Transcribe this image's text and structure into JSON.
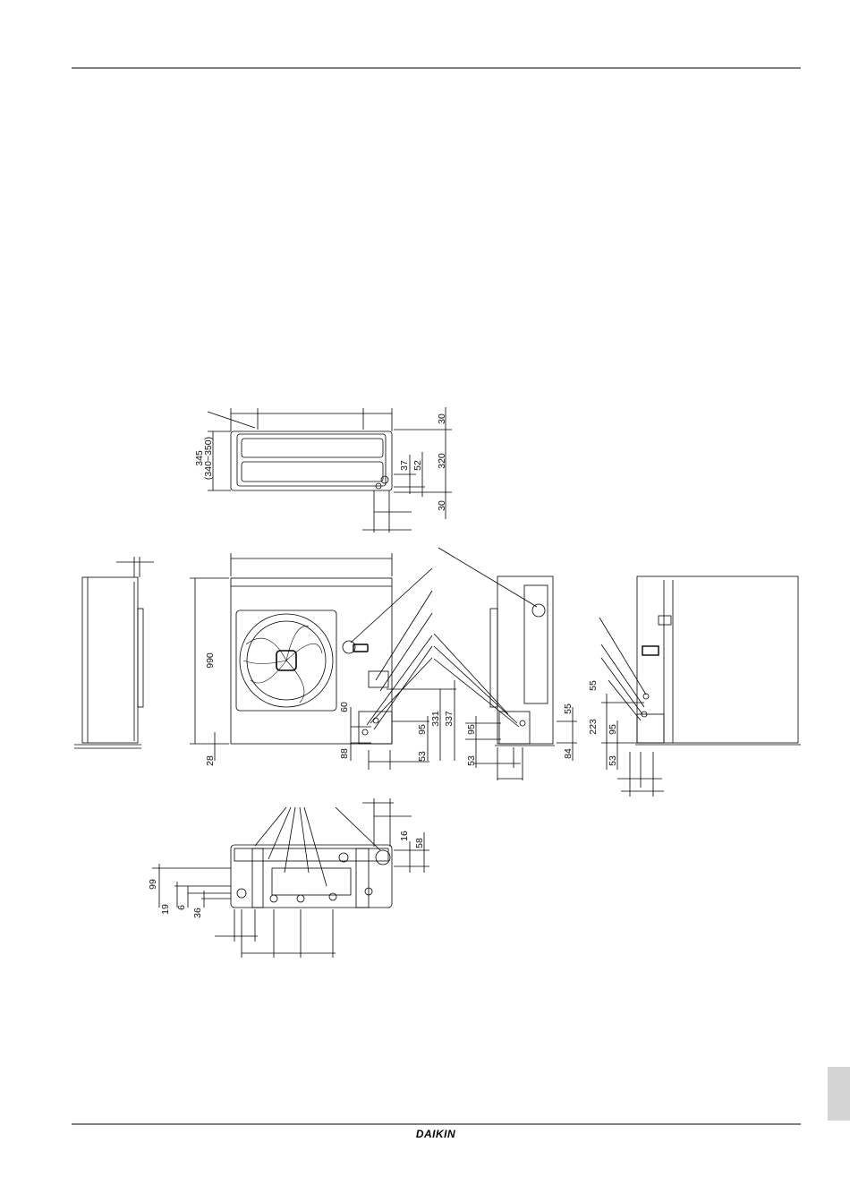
{
  "footer": {
    "brand_logo": "DAIKIN"
  },
  "dimensions": {
    "top_view": {
      "w_left": "30",
      "w_middle": "320",
      "w_right": "30",
      "d_37": "37",
      "d_52": "52",
      "h_345": "345",
      "h_range": "(340~350)"
    },
    "front_view": {
      "height": "990",
      "base": "28",
      "d60": "60",
      "d88": "88",
      "d95": "95",
      "d53": "53",
      "d331": "331",
      "d337": "337"
    },
    "right_side_view": {
      "d95": "95",
      "d53": "53",
      "d55": "55",
      "d84": "84"
    },
    "rear_view": {
      "d55": "55",
      "d223": "223",
      "d95": "95",
      "d53": "53"
    },
    "bottom_view": {
      "d16": "16",
      "d58": "58",
      "d99": "99",
      "d19": "19",
      "d6": "6",
      "d36": "36"
    }
  }
}
